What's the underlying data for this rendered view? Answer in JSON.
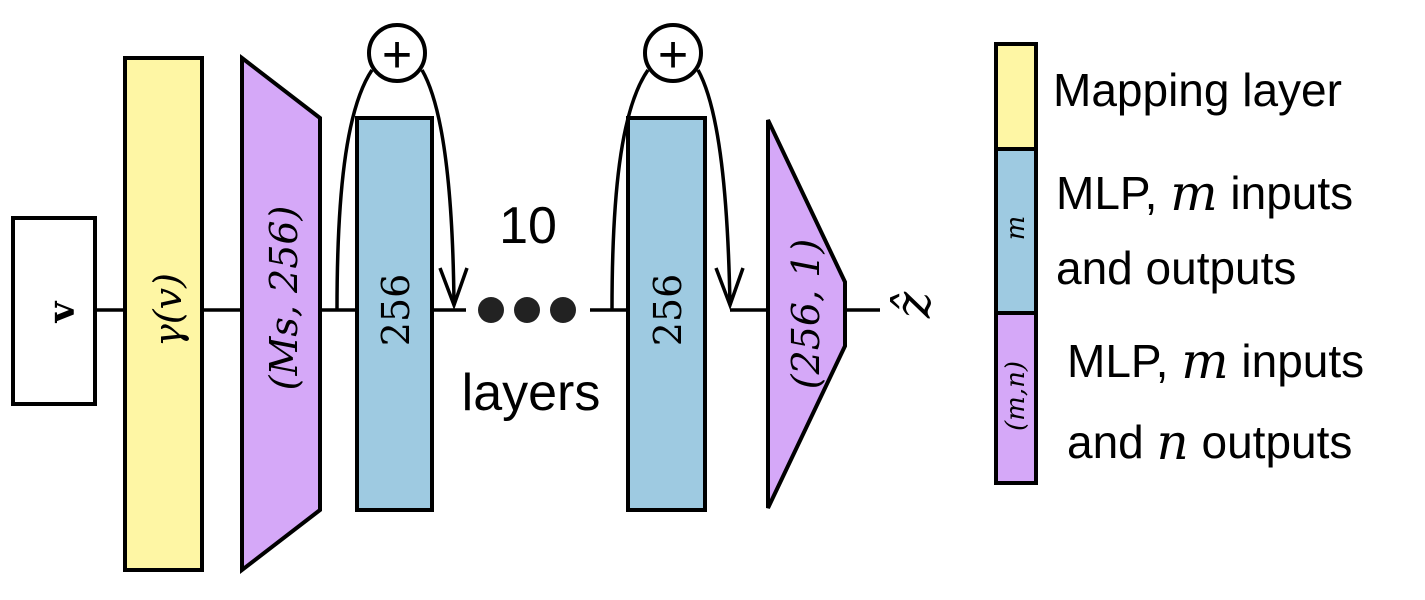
{
  "colors": {
    "mapping": "#fef6a4",
    "mlp_square": "#9ecae1",
    "mlp_rect": "#d5a8f8",
    "stroke": "#000000"
  },
  "network": {
    "input_label": "v",
    "mapping_label": "γ(v)",
    "first_mlp_label": "(Ms,  256)",
    "hidden_label_1": "256",
    "hidden_label_2": "256",
    "residual_symbol": "+",
    "repeat_count": "10",
    "repeat_word": "layers",
    "last_mlp_label": "(256,  1)",
    "output_label": "ẑ"
  },
  "legend": {
    "mapping": "Mapping layer",
    "square_swatch_label": "m",
    "square_line1_prefix": "MLP, ",
    "square_line1_var": "m",
    "square_line1_suffix": " inputs",
    "square_line2": "and outputs",
    "rect_swatch_label": "(m,n)",
    "rect_line1_prefix": "MLP, ",
    "rect_line1_var": "m",
    "rect_line1_suffix": " inputs",
    "rect_line2_prefix": "and ",
    "rect_line2_var": "n",
    "rect_line2_suffix": " outputs"
  }
}
